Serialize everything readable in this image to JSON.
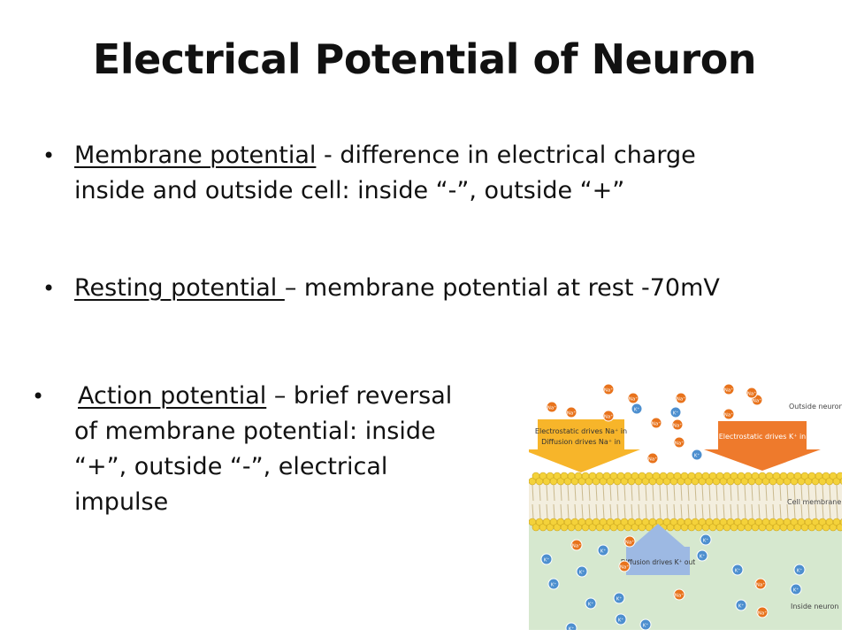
{
  "title": "Electrical Potential of Neuron",
  "bullets": [
    {
      "term": "Membrane potential",
      "text_line1": " - difference in electrical charge",
      "text_line2": "inside and outside cell: inside “-”, outside “+”"
    },
    {
      "term": "Resting potential ",
      "text": "– membrane potential at rest -70mV"
    },
    {
      "term": "Action potential",
      "text_line1": " – brief reversal",
      "text_line2": "of membrane potential: inside",
      "text_line3": "“+”, outside “-”, electrical",
      "text_line4": "impulse"
    }
  ],
  "figure": {
    "outside_label": "Outside neuron",
    "membrane_label": "Cell membrane",
    "inside_label": "Inside neuron",
    "arrow_left_line1": "Electrostatic drives Na⁺ in",
    "arrow_left_line2": "Diffusion drives Na⁺ in",
    "arrow_right": "Electrostatic drives K⁺ in",
    "arrow_bottom": "Diffusion drives K⁺ out",
    "na_ion": "Na⁺",
    "k_ion": "K⁺",
    "colors": {
      "outside_bg": "#ffffff",
      "inside_bg": "#d6e8cf",
      "lipid_head": "#f4d23a",
      "na_ion": "#e8731c",
      "k_ion": "#4d8fcf",
      "arrow_yellow": "#f7b52a",
      "arrow_orange": "#ee7a2c",
      "arrow_blue": "#9db9e3"
    }
  }
}
